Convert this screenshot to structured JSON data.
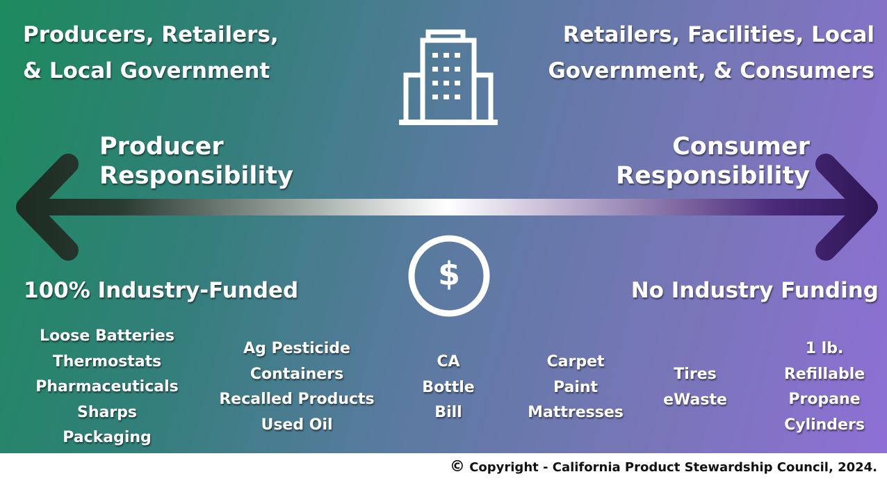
{
  "left_header": [
    "Producers, Retailers,",
    "& Local Government"
  ],
  "right_header": [
    "Retailers, Facilities, Local",
    "Government, & Consumers"
  ],
  "left_title": [
    "Producer",
    "Responsibility"
  ],
  "right_title": [
    "Consumer",
    "Responsibility"
  ],
  "left_funding": "100% Industry-Funded",
  "right_funding": "No Industry Funding",
  "dollar_symbol": "$",
  "icons": {
    "top": "building-icon",
    "center": "dollar-circle-icon",
    "arrow": "double-headed-arrow"
  },
  "colors": {
    "arrow_left": "#1d2b22",
    "arrow_center": "#ffffff",
    "arrow_right": "#2e1654"
  },
  "product_groups": [
    [
      "Loose Batteries",
      "Thermostats",
      "Pharmaceuticals",
      "Sharps",
      "Packaging"
    ],
    [
      "Ag Pesticide",
      "Containers",
      "Recalled Products",
      "Used Oil"
    ],
    [
      "CA",
      "Bottle",
      "Bill"
    ],
    [
      "Carpet",
      "Paint",
      "Mattresses"
    ],
    [
      "Tires",
      "eWaste"
    ],
    [
      "1 lb.",
      "Refillable",
      "Propane",
      "Cylinders"
    ]
  ],
  "copyright": {
    "symbol": "©",
    "text": "Copyright - California Product Stewardship Council, 2024."
  }
}
